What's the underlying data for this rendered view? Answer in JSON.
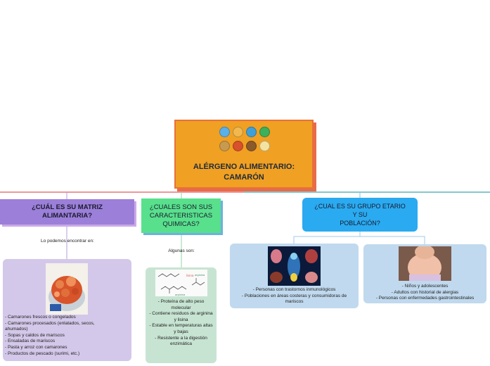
{
  "root": {
    "title": "ALÉRGENO ALIMENTARIO:\nCAMARÓN",
    "icons": [
      "water-drop-icon",
      "grain-icon",
      "fish-icon",
      "leaf-icon",
      "peanut-icon",
      "shrimp-icon",
      "nut-icon",
      "milk-icon"
    ]
  },
  "branches": [
    {
      "title": "¿CUÁL ES SU MATRIZ\nALIMANTARIA?",
      "connector_label": "Lo podemos encontrar en:",
      "items": [
        "- Camarones frescos o congelados",
        "- Camarones procesados (enlatados, secos,",
        "ahumados)",
        "- Sopas y caldos de mariscos",
        "- Ensaladas de mariscos",
        "- Pasta y arroz con camarones",
        "- Productos de pescado (surimi, etc.)"
      ]
    },
    {
      "title": "¿CUALES SON SUS\nCARACTERISTICAS\nQUIMICAS?",
      "connector_label": "Algunas son:",
      "items": [
        "- Proteína de alto peso molecular",
        "- Contiene residuos de arginina y lisina",
        "- Estable en temperaturas altas y bajas",
        "- Resistente a la digestión enzimática"
      ],
      "image_labels": [
        "lisina",
        "arginina",
        "arginina"
      ]
    },
    {
      "title": "¿CUAL ES SU GRUPO ETARIO\nY SU\nPOBLACIÓN?",
      "left_items": [
        "- Personas con trastornos inmunológicos",
        "- Poblaciones en áreas costeras y consumidoras de mariscos"
      ],
      "right_items": [
        "- Niños y adolescentes",
        "- Adultos con historial de alergias",
        "- Personas con enfermedades gastrointestinales"
      ]
    }
  ],
  "colors": {
    "root_fill": "#f0a022",
    "branch1_fill": "#9b7fd8",
    "branch2_fill": "#58e08c",
    "branch3_fill": "#2aaaf0",
    "line_red": "#e05a5a",
    "line_teal": "#3aa6b0"
  }
}
